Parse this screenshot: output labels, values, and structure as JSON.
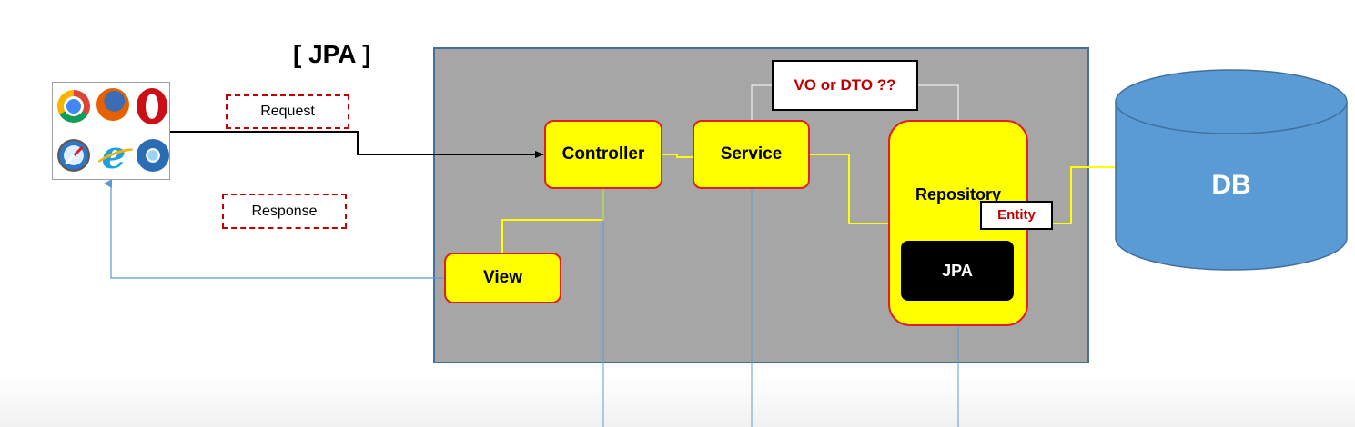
{
  "title": "[ JPA ]",
  "client": {
    "icons": [
      "chrome-icon",
      "firefox-icon",
      "opera-icon",
      "safari-icon",
      "internet-explorer-icon",
      "chromium-icon"
    ]
  },
  "labels": {
    "request": "Request",
    "response": "Response"
  },
  "components": {
    "controller": "Controller",
    "service": "Service",
    "view": "View",
    "repository": "Repository",
    "jpa": "JPA",
    "vo_dto": "VO or DTO ??",
    "entity": "Entity",
    "db": "DB"
  },
  "colors": {
    "component_fill": "#ffff00",
    "component_border": "#e21f1f",
    "container_fill": "#a6a6a6",
    "container_border": "#41719c",
    "db_fill": "#5b9bd5",
    "db_stroke": "#41719c",
    "request_border": "#c00000",
    "note_text": "#c00000",
    "wire": "#ffff00",
    "response_line": "#5b9bd5"
  }
}
